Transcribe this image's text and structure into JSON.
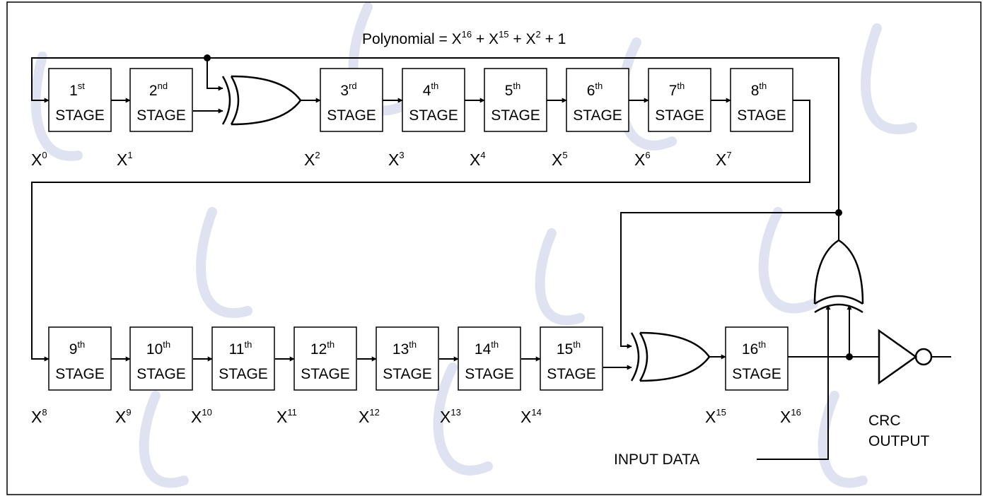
{
  "polynomial": {
    "prefix": "Polynomial = X",
    "exp16": "16",
    "plus15": " + X",
    "exp15": "15",
    "plus2": " + X",
    "exp2": "2",
    "tail": " + 1"
  },
  "stage_word": "STAGE",
  "stages": [
    {
      "num": "1",
      "suffix": "st",
      "tap": "X",
      "tap_exp": "0"
    },
    {
      "num": "2",
      "suffix": "nd",
      "tap": "X",
      "tap_exp": "1"
    },
    {
      "num": "3",
      "suffix": "rd",
      "tap": "X",
      "tap_exp": "2"
    },
    {
      "num": "4",
      "suffix": "th",
      "tap": "X",
      "tap_exp": "3"
    },
    {
      "num": "5",
      "suffix": "th",
      "tap": "X",
      "tap_exp": "4"
    },
    {
      "num": "6",
      "suffix": "th",
      "tap": "X",
      "tap_exp": "5"
    },
    {
      "num": "7",
      "suffix": "th",
      "tap": "X",
      "tap_exp": "6"
    },
    {
      "num": "8",
      "suffix": "th",
      "tap": "X",
      "tap_exp": "7"
    },
    {
      "num": "9",
      "suffix": "th",
      "tap": "X",
      "tap_exp": "8"
    },
    {
      "num": "10",
      "suffix": "th",
      "tap": "X",
      "tap_exp": "9"
    },
    {
      "num": "11",
      "suffix": "th",
      "tap": "X",
      "tap_exp": "10"
    },
    {
      "num": "12",
      "suffix": "th",
      "tap": "X",
      "tap_exp": "11"
    },
    {
      "num": "13",
      "suffix": "th",
      "tap": "X",
      "tap_exp": "12"
    },
    {
      "num": "14",
      "suffix": "th",
      "tap": "X",
      "tap_exp": "13"
    },
    {
      "num": "15",
      "suffix": "th",
      "tap": "X",
      "tap_exp": "14"
    },
    {
      "num": "16",
      "suffix": "th",
      "tap": "X",
      "tap_exp": "15"
    }
  ],
  "output_tap": {
    "tap": "X",
    "tap_exp": "16"
  },
  "labels": {
    "crc_line1": "CRC",
    "crc_line2": "OUTPUT",
    "input_data": "INPUT DATA"
  },
  "colors": {
    "line": "#000000",
    "watermark": "#dfe3f1"
  }
}
